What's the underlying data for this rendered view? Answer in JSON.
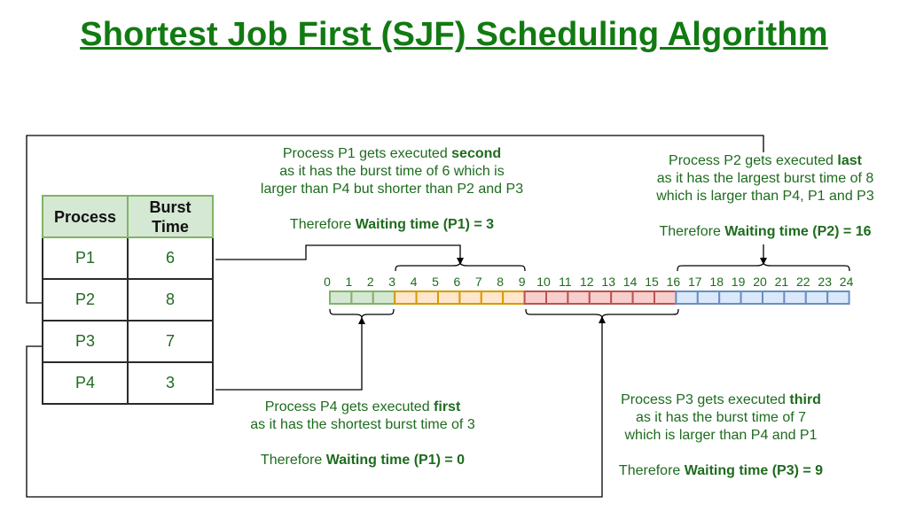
{
  "title": "Shortest Job First (SJF) Scheduling Algorithm",
  "table": {
    "headers": [
      "Process",
      "Burst Time"
    ],
    "rows": [
      {
        "process": "P1",
        "burst": "6"
      },
      {
        "process": "P2",
        "burst": "8"
      },
      {
        "process": "P3",
        "burst": "7"
      },
      {
        "process": "P4",
        "burst": "3"
      }
    ]
  },
  "timeline": {
    "ticks": [
      "0",
      "1",
      "2",
      "3",
      "4",
      "5",
      "6",
      "7",
      "8",
      "9",
      "10",
      "11",
      "12",
      "13",
      "14",
      "15",
      "16",
      "17",
      "18",
      "19",
      "20",
      "21",
      "22",
      "23",
      "24"
    ],
    "segments": [
      {
        "process": "P4",
        "start": 0,
        "end": 3,
        "fill": "#d5e8d4",
        "stroke": "#82b366"
      },
      {
        "process": "P1",
        "start": 3,
        "end": 9,
        "fill": "#ffe6cc",
        "stroke": "#d79b00"
      },
      {
        "process": "P3",
        "start": 9,
        "end": 16,
        "fill": "#f8cecc",
        "stroke": "#b85450"
      },
      {
        "process": "P2",
        "start": 16,
        "end": 24,
        "fill": "#dae8fc",
        "stroke": "#6c8ebf"
      }
    ]
  },
  "captions": {
    "p1": {
      "line1_pre": "Process P1 gets executed ",
      "line1_bold": "second",
      "line2": "as it has the burst time of 6 which is",
      "line3": "larger than P4 but shorter than P2 and P3",
      "wait_pre": "Therefore ",
      "wait_bold": "Waiting time (P1) = 3"
    },
    "p2": {
      "line1_pre": "Process P2 gets executed ",
      "line1_bold": "last",
      "line2": "as it has the largest burst time of 8",
      "line3": "which is larger than P4, P1 and P3",
      "wait_pre": "Therefore ",
      "wait_bold": "Waiting time (P2) = 16"
    },
    "p4": {
      "line1_pre": "Process P4 gets executed ",
      "line1_bold": "first",
      "line2": "as it has the shortest burst time of 3",
      "wait_pre": "Therefore ",
      "wait_bold": "Waiting time (P1) = 0"
    },
    "p3": {
      "line1_pre": "Process P3 gets executed ",
      "line1_bold": "third",
      "line2": "as it has the burst time of 7",
      "line3": "which is larger than P4 and P1",
      "wait_pre": "Therefore ",
      "wait_bold": "Waiting time (P3) = 9"
    }
  },
  "colors": {
    "text": "#1e6b1e",
    "title": "#127a12",
    "connector": "#000000",
    "header_fill": "#d5e8d4",
    "header_border": "#82b366"
  }
}
